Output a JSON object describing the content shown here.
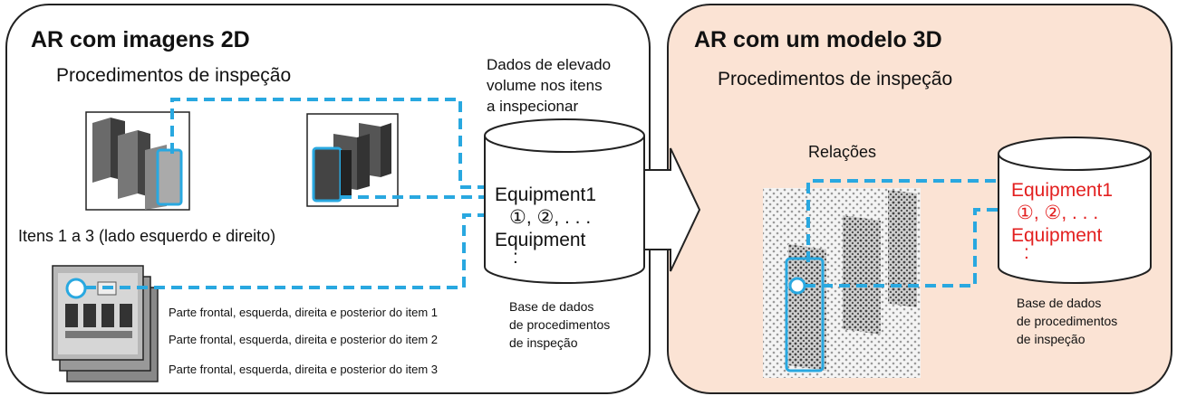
{
  "left": {
    "heading": "AR com imagens 2D",
    "subheading": "Procedimentos de inspeção",
    "volume_note": [
      "Dados de elevado",
      "volume nos itens",
      "a inspecionar"
    ],
    "items_caption": "Itens 1 a 3 (lado esquerdo e direito)",
    "panel_captions": [
      "Parte frontal, esquerda, direita e posterior do item 1",
      "Parte frontal, esquerda, direita e posterior do item 2",
      "Parte frontal, esquerda, direita e posterior do item 3"
    ],
    "db_lines": [
      "Equipment1",
      "①, ②, . . .",
      "Equipment",
      ":"
    ],
    "db_caption": [
      "Base de dados",
      "de procedimentos",
      "de inspeção"
    ]
  },
  "right": {
    "heading": "AR com um modelo 3D",
    "subheading": "Procedimentos de inspeção",
    "relations_label": "Relações",
    "db_lines": [
      "Equipment1",
      "①, ②, . . .",
      "Equipment",
      ":"
    ],
    "db_caption": [
      "Base de dados",
      "de procedimentos",
      "de inspeção"
    ]
  },
  "colors": {
    "dashed_link": "#29a8e0",
    "right_db_text": "#e32020",
    "right_panel_bg": "#fbe3d4"
  }
}
